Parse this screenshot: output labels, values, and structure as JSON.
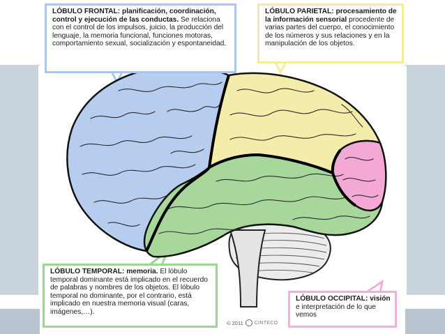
{
  "callouts": {
    "frontal": {
      "lead": "LÓBULO FRONTAL: planificación, coordinación, control y ejecución de las conductas.",
      "body": " Se relaciona con el control de los impulsos, juicio, la producción del lenguaje, la memoria funcional, funciones motoras, comportamiento sexual, socialización y espontaneidad."
    },
    "parietal": {
      "lead": "LÓBULO PARIETAL: procesamiento de la información sensorial",
      "body": " procedente de varias partes del cuerpo, el conocimiento de los números y sus relaciones y en la manipulación de los objetos."
    },
    "temporal": {
      "lead": "LÓBULO TEMPORAL: memoria.",
      "body": " El lóbulo temporal dominante está implicado en el recuerdo de palabras y nombres de los objetos. El lóbulo temporal no dominante, por el contrario, está implicado en nuestra memoria visual (caras, imágenes,…)."
    },
    "occipital": {
      "lead": "LÓBULO OCCIPITAL: visión",
      "body": " e interpretación de lo que vemos"
    }
  },
  "credit": {
    "year": "© 2011",
    "brand": "CINTECO"
  },
  "colors": {
    "frontal": "#b7cdf0",
    "parietal": "#f4ecaa",
    "temporal": "#a7d79a",
    "occipital": "#f3a9d4",
    "slide_bar": "#c9d3dc"
  }
}
